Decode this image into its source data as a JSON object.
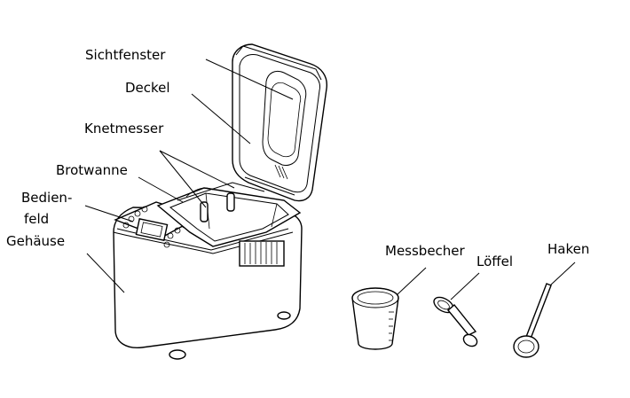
{
  "labels": {
    "viewing_window": "Sichtfenster",
    "lid": "Deckel",
    "kneading_blade": "Knetmesser",
    "bread_pan": "Brotwanne",
    "control_panel_line1": "Bedien-",
    "control_panel_line2": "feld",
    "housing": "Gehäuse",
    "measuring_cup": "Messbecher",
    "spoon": "Löffel",
    "hook": "Haken"
  }
}
